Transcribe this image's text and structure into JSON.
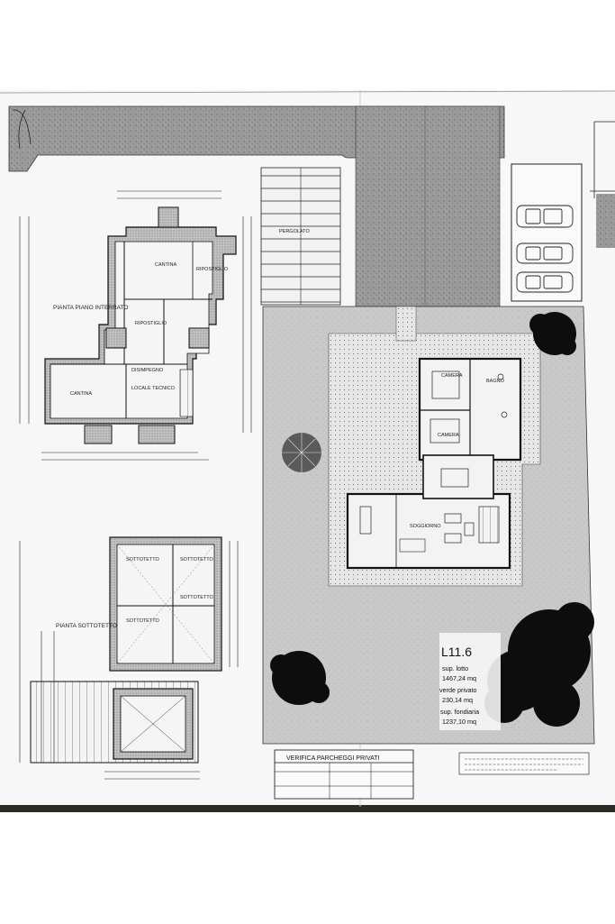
{
  "sheet": {
    "plan_ground_title": "PIANTA PIANO INTERRATO",
    "plan_attic_title": "PIANTA SOTTOTETTO",
    "lot": {
      "code": "L11.6",
      "sup_lotto_label": "sup. lotto",
      "sup_lotto_value": "1467,24 mq",
      "verde_label": "verde privato",
      "verde_value": "230,14 mq",
      "fondiaria_label": "sup. fondiaria",
      "fondiaria_value": "1237,10 mq"
    },
    "parking_table_title": "VERIFICA PARCHEGGI PRIVATI"
  },
  "colors": {
    "paper": "#ffffff",
    "sheet": "#f6f6f6",
    "ink": "#111111",
    "hatch_dark": "#8a8a8a",
    "hatch_mid": "#b5b5b5",
    "hatch_light": "#d6d6d6",
    "tree": "#0d0d0d"
  }
}
